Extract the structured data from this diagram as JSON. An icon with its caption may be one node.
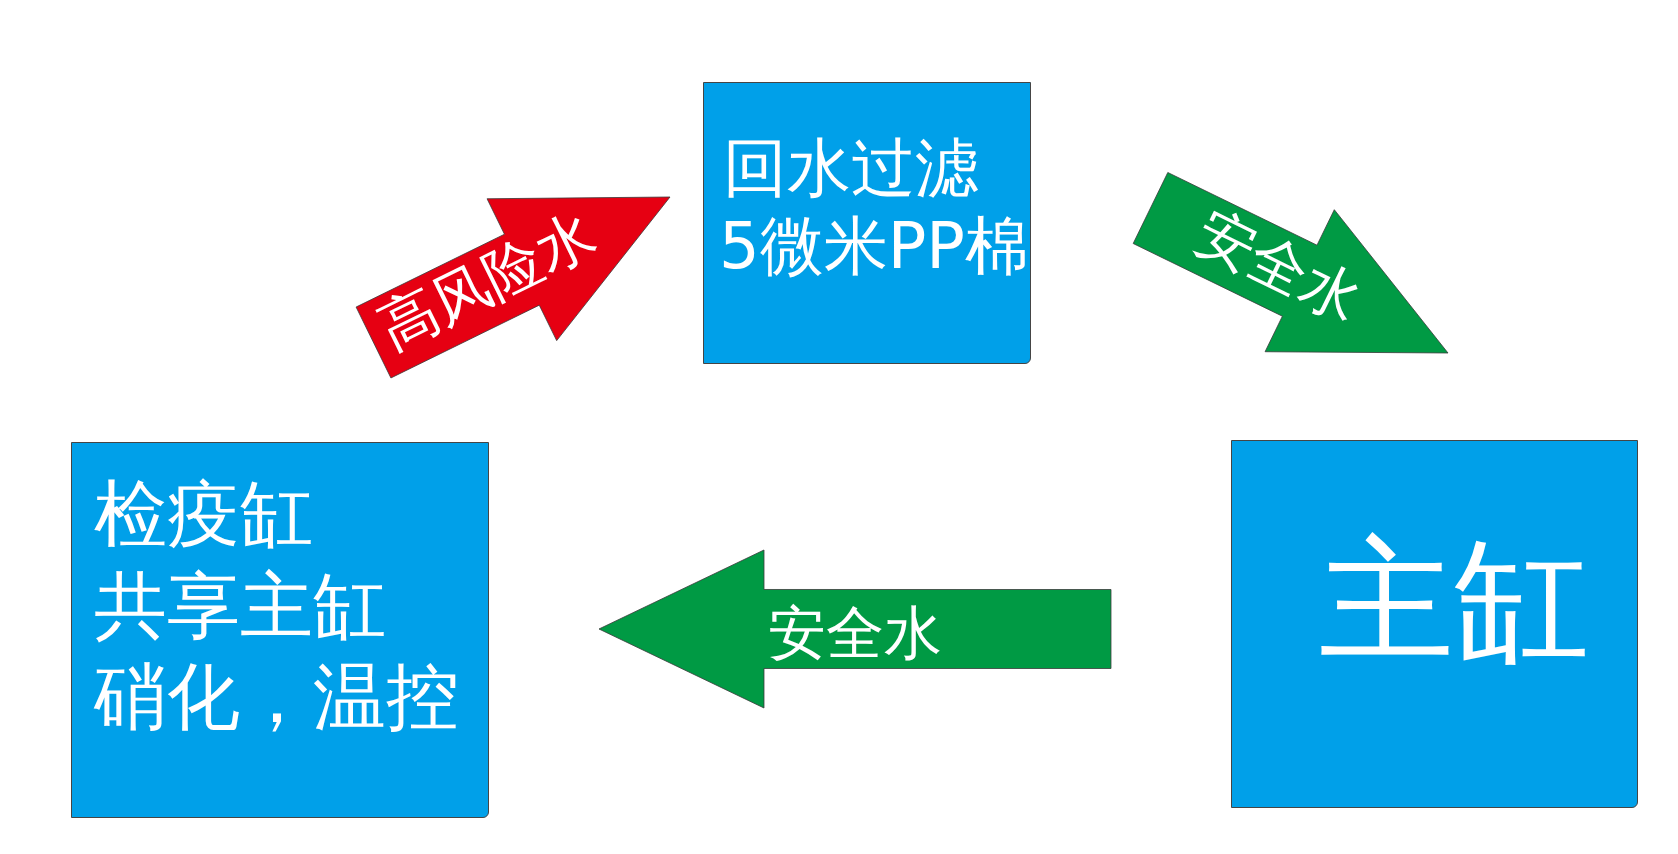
{
  "diagram": {
    "nodes": [
      {
        "text": [
          "回水过滤",
          "5微米PP棉"
        ]
      },
      {
        "text": [
          "检疫缸",
          "共享主缸",
          "硝化，温控"
        ]
      },
      {
        "text": [
          "主缸"
        ]
      }
    ],
    "edges": [
      {
        "from": 1,
        "to": 0,
        "arrow": "to",
        "label": "高风险水",
        "color": "#e60012"
      },
      {
        "from": 0,
        "to": 2,
        "arrow": "to",
        "label": "安全水"
      },
      {
        "from": 2,
        "to": 1,
        "arrow": "to",
        "label": "安全水"
      }
    ]
  }
}
